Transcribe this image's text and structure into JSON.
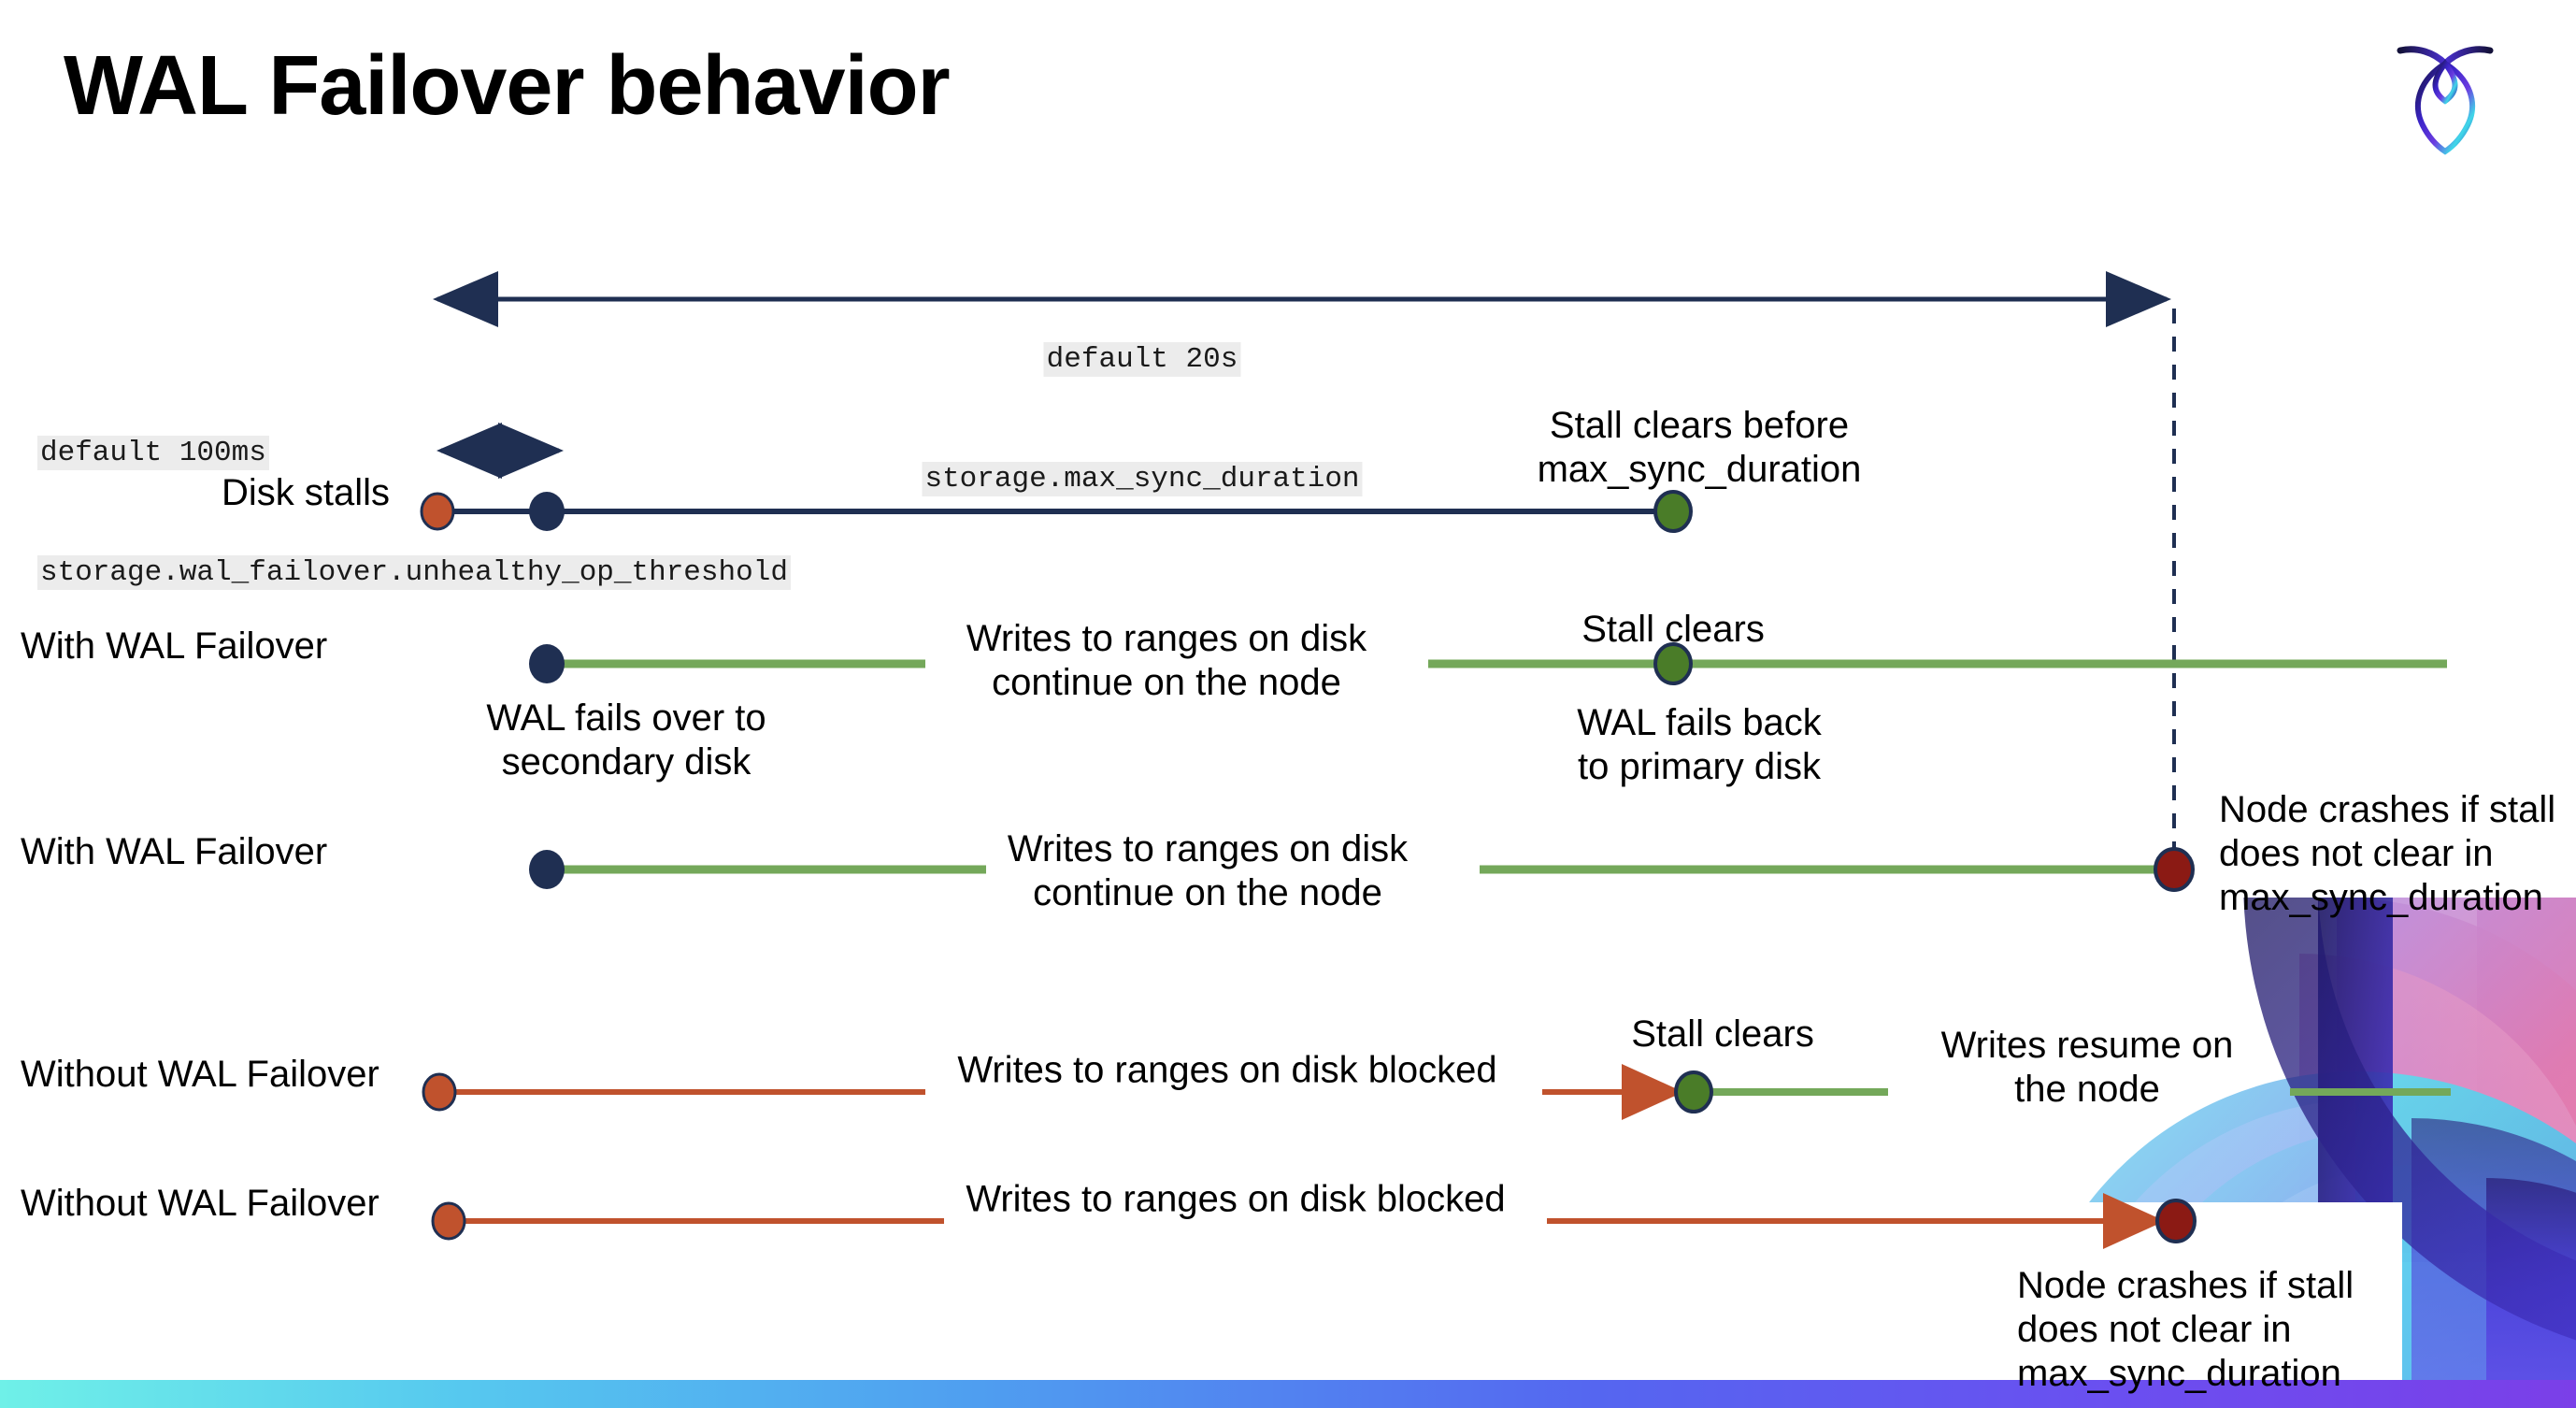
{
  "slide": {
    "title": "WAL Failover behavior",
    "logo_name": "cockroachdb-logo"
  },
  "annotations": {
    "top_span": {
      "line1": "default 20s",
      "line2": "storage.max_sync_duration"
    },
    "threshold": {
      "line1": "default 100ms",
      "line2": "storage.wal_failover.unhealthy_op_threshold"
    }
  },
  "rows": [
    {
      "id": "disk-stalls",
      "label": "Disk stalls",
      "notes": [
        {
          "id": "stall-clears-before",
          "line1": "Stall clears before",
          "line2": "max_sync_duration"
        }
      ]
    },
    {
      "id": "with-wal-failover-1",
      "label": "With WAL Failover",
      "notes": [
        {
          "id": "writes-continue-1",
          "line1": "Writes to ranges on disk",
          "line2": "continue on the node"
        },
        {
          "id": "stall-clears-1",
          "line1": "Stall clears",
          "line2": ""
        },
        {
          "id": "wal-fails-over",
          "line1": "WAL fails over to",
          "line2": "secondary disk"
        },
        {
          "id": "wal-fails-back",
          "line1": "WAL fails  back",
          "line2": "to primary disk"
        }
      ]
    },
    {
      "id": "with-wal-failover-2",
      "label": "With WAL Failover",
      "notes": [
        {
          "id": "writes-continue-2",
          "line1": "Writes to ranges on disk",
          "line2": "continue on the node"
        },
        {
          "id": "node-crashes-1",
          "line1": "Node crashes if stall",
          "line2": "does not clear in",
          "line3": "max_sync_duration"
        }
      ]
    },
    {
      "id": "without-wal-failover-1",
      "label": "Without WAL Failover",
      "notes": [
        {
          "id": "writes-blocked-1",
          "line1": "Writes to ranges on disk  blocked",
          "line2": ""
        },
        {
          "id": "stall-clears-2",
          "line1": "Stall clears",
          "line2": ""
        },
        {
          "id": "writes-resume",
          "line1": "Writes resume on",
          "line2": "the node"
        }
      ]
    },
    {
      "id": "without-wal-failover-2",
      "label": "Without WAL Failover",
      "notes": [
        {
          "id": "writes-blocked-2",
          "line1": "Writes to ranges on disk  blocked",
          "line2": ""
        },
        {
          "id": "node-crashes-2",
          "line1": "Node crashes if stall",
          "line2": "does not clear in",
          "line3": "max_sync_duration"
        }
      ]
    }
  ],
  "colors": {
    "navy": "#1f2f52",
    "orange": "#c0522d",
    "green_line": "#74a köp",
    "green_dot": "#4a7c28",
    "dark_red": "#8b1a14",
    "highlight_bg": "#ececec"
  }
}
